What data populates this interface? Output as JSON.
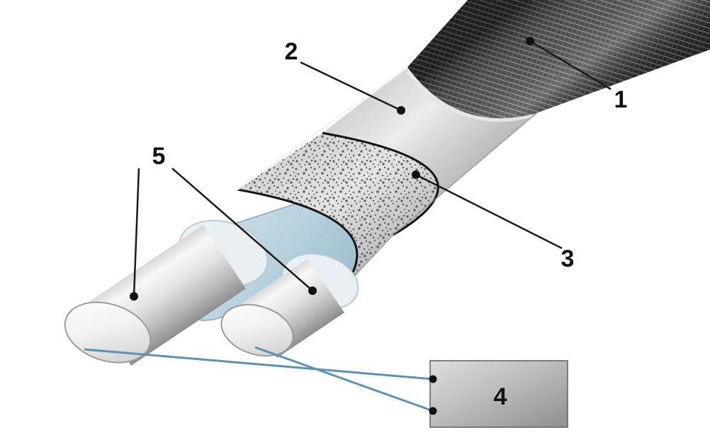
{
  "callouts": {
    "c1": {
      "text": "1"
    },
    "c2": {
      "text": "2"
    },
    "c3": {
      "text": "3"
    },
    "c4": {
      "text": "4"
    },
    "c5": {
      "text": "5"
    }
  },
  "colors": {
    "background": "#ffffff",
    "leader_line": "#1a1a1a",
    "callout_dot": "#111111",
    "label_text": "#111111",
    "wire_link_line": "#5e92b5",
    "core_insulation_blue": "#b9d2de",
    "braid_dark": "#2f2f2f"
  }
}
